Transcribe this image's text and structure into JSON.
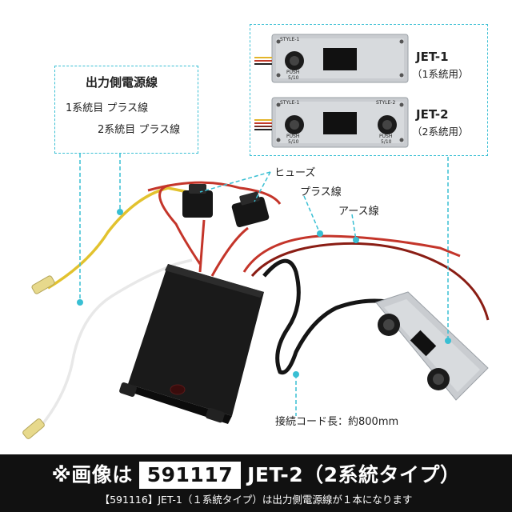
{
  "labels": {
    "output_title": "出力側電源線",
    "line1_plus": "1系統目 プラス線",
    "line2_plus": "2系統目 プラス線",
    "fuse": "ヒューズ",
    "plus_wire": "プラス線",
    "earth_wire": "アース線",
    "cord_length": "接続コード長：約800mm"
  },
  "controllers": [
    {
      "name": "JET-1",
      "desc": "（1系統用）",
      "knob_labels": [
        "STYLE-1",
        "PUSH",
        "5/10"
      ]
    },
    {
      "name": "JET-2",
      "desc": "（2系統用）",
      "knob_labels": [
        "STYLE-1",
        "PUSH",
        "5/10",
        "STYLE-2",
        "PUSH",
        "5/10"
      ]
    }
  ],
  "banner": {
    "prefix": "※画像は",
    "model_number": "591117",
    "suffix": "JET-2（2系統タイプ）",
    "note": "【591116】JET-1（１系統タイプ）は出力側電源線が１本になります"
  },
  "colors": {
    "accent_dashed": "#39bfd3",
    "banner_bg": "#111111"
  }
}
